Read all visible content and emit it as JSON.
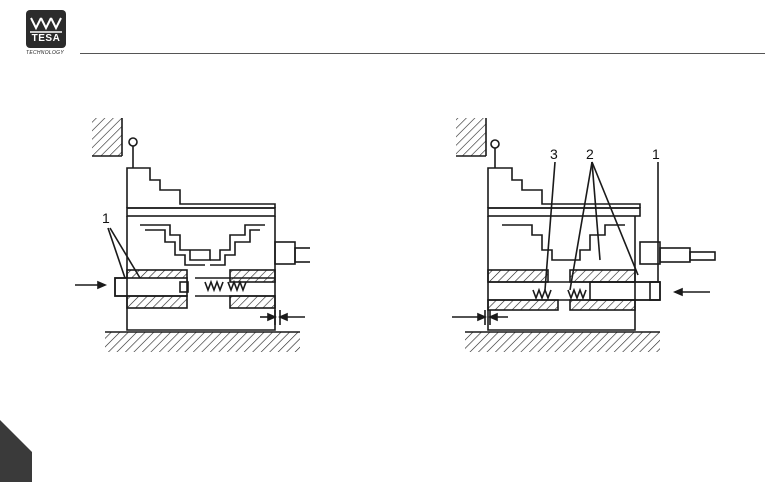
{
  "logo": {
    "brand": "TESA",
    "subtitle": "TECHNOLOGY",
    "icon": "tesa-logo-icon"
  },
  "colors": {
    "ink": "#1a1a1a",
    "logo_bg": "#2b2b2b",
    "corner_tab": "#3a3a3a"
  },
  "diagram_left": {
    "callouts": [
      "1"
    ]
  },
  "diagram_right": {
    "callouts": [
      "3",
      "2",
      "1"
    ]
  }
}
